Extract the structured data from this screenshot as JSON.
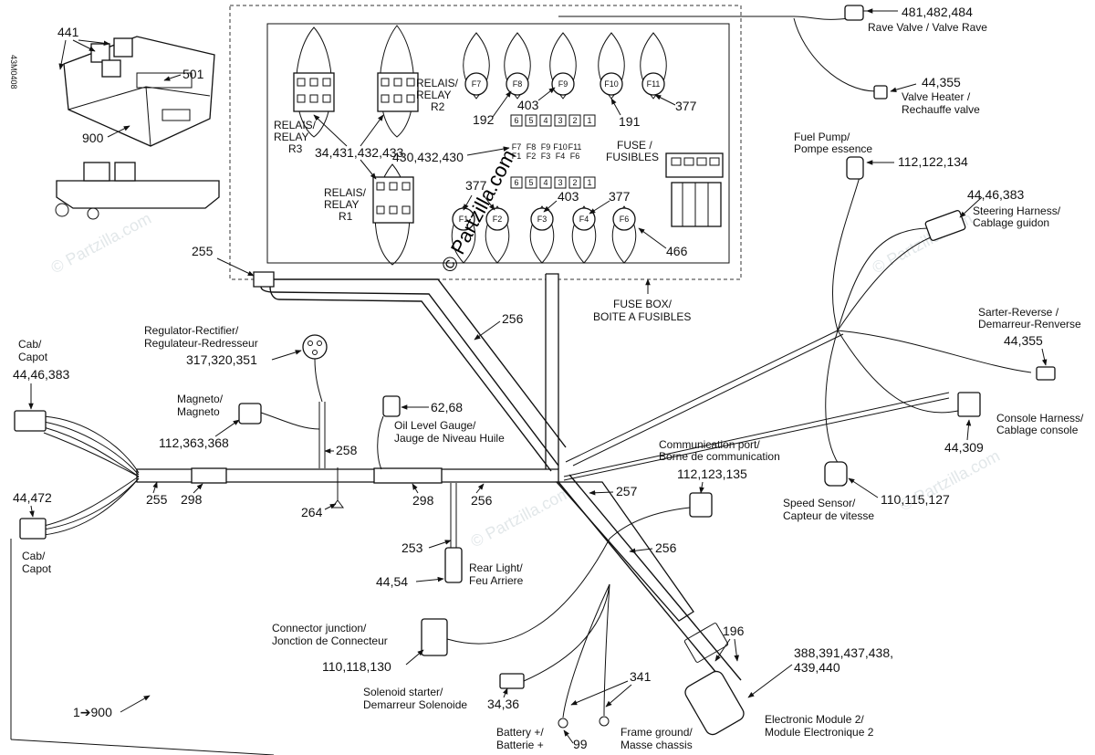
{
  "watermarks": {
    "main": "© Partzilla.com",
    "faint": "© Partzilla.com",
    "doc_id": "43M0408"
  },
  "fuse_box": {
    "caption_en": "FUSE BOX/",
    "caption_fr": "BOITE A FUSIBLES",
    "fuse_label_en": "FUSE /",
    "fuse_label_fr": "FUSIBLES",
    "relays": [
      {
        "line1": "RELAIS/",
        "line2": "RELAY",
        "line3": "R3"
      },
      {
        "line1": "RELAIS/",
        "line2": "RELAY",
        "line3": "R2"
      },
      {
        "line1": "RELAIS/",
        "line2": "RELAY",
        "line3": "R1"
      }
    ],
    "fuses_top": [
      "F7",
      "F8",
      "F9",
      "F10",
      "F11"
    ],
    "fuses_bottom": [
      "F1",
      "F2",
      "F3",
      "F4",
      "F6"
    ],
    "fuse_slots": [
      "6",
      "5",
      "4",
      "3",
      "2",
      "1"
    ],
    "fuse_slot_labels_top": [
      "F7",
      "F8",
      "F9",
      "F10",
      "F11"
    ],
    "fuse_slot_labels_bot": [
      "F1",
      "F2",
      "F3",
      "F4",
      "F6"
    ],
    "refs": {
      "r192": "192",
      "r403a": "403",
      "r191": "191",
      "r377a": "377",
      "r34431": "34,431,432,433",
      "r430": "430,432,430",
      "r377b": "377",
      "r403b": "403",
      "r377c": "377",
      "r466": "466"
    }
  },
  "parts": {
    "p441": "441",
    "p501": "501",
    "p900": "900",
    "p255a": "255",
    "p256a": "256",
    "p255b": "255",
    "p298a": "298",
    "p264": "264",
    "p258": "258",
    "p298b": "298",
    "p256b": "256",
    "p257": "257",
    "p256c": "256",
    "p253": "253",
    "p196": "196",
    "p341": "341",
    "p99": "99",
    "p1900": "1➔900"
  },
  "callouts": {
    "rave_valve": {
      "num": "481,482,484",
      "line1": "Rave Valve / Valve Rave"
    },
    "valve_heater": {
      "num": "44,355",
      "line1": "Valve Heater /",
      "line2": "Rechauffe valve"
    },
    "fuel_pump": {
      "num": "112,122,134",
      "line1": "Fuel Pump/",
      "line2": "Pompe essence"
    },
    "steering": {
      "num": "44,46,383",
      "line1": "Steering Harness/",
      "line2": "Cablage guidon"
    },
    "starter_reverse": {
      "num": "44,355",
      "line1": "Sarter-Reverse /",
      "line2": "Demarreur-Renverse"
    },
    "console": {
      "num": "44,309",
      "line1": "Console Harness/",
      "line2": "Cablage console"
    },
    "speed_sensor": {
      "num": "110,115,127",
      "line1": "Speed Sensor/",
      "line2": "Capteur de vitesse"
    },
    "ecm": {
      "num1": "388,391,437,438,",
      "num2": "439,440",
      "line1": "Electronic Module 2/",
      "line2": "Module Electronique 2"
    },
    "frame_ground": {
      "line1": "Frame ground/",
      "line2": "Masse chassis"
    },
    "battery": {
      "line1": "Battery +/",
      "line2": "Batterie +"
    },
    "solenoid": {
      "num": "34,36",
      "line1": "Solenoid starter/",
      "line2": "Demarreur Solenoide"
    },
    "conn_junction": {
      "num": "110,118,130",
      "line1": "Connector junction/",
      "line2": "Jonction de Connecteur"
    },
    "comm_port": {
      "num": "112,123,135",
      "line1": "Communication port/",
      "line2": "Borne de communication"
    },
    "rear_light": {
      "num": "44,54",
      "line1": "Rear Light/",
      "line2": "Feu Arriere"
    },
    "oil_level": {
      "num": "62,68",
      "line1": "Oil Level Gauge/",
      "line2": "Jauge de Niveau Huile"
    },
    "magneto": {
      "num": "112,363,368",
      "line1": "Magneto/",
      "line2": "Magneto"
    },
    "regulator": {
      "num": "317,320,351",
      "line1": "Regulator-Rectifier/",
      "line2": "Regulateur-Redresseur"
    },
    "cab_top": {
      "num": "44,46,383",
      "line1": "Cab/",
      "line2": "Capot"
    },
    "cab_bottom": {
      "num": "44,472",
      "line1": "Cab/",
      "line2": "Capot"
    }
  }
}
